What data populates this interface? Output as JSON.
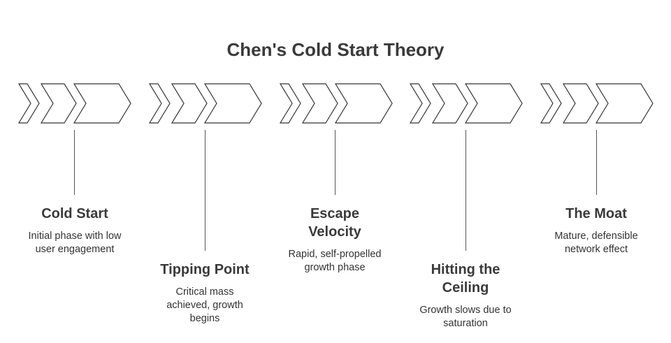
{
  "title": "Chen's Cold Start Theory",
  "stroke_color": "#333333",
  "stages": [
    {
      "name": "Cold Start",
      "description": "Initial phase with low user engagement"
    },
    {
      "name": "Tipping Point",
      "description": "Critical mass achieved, growth begins"
    },
    {
      "name": "Escape Velocity",
      "description": "Rapid, self-propelled growth phase"
    },
    {
      "name": "Hitting the Ceiling",
      "description": "Growth slows due to saturation"
    },
    {
      "name": "The Moat",
      "description": "Mature, defensible network effect"
    }
  ]
}
